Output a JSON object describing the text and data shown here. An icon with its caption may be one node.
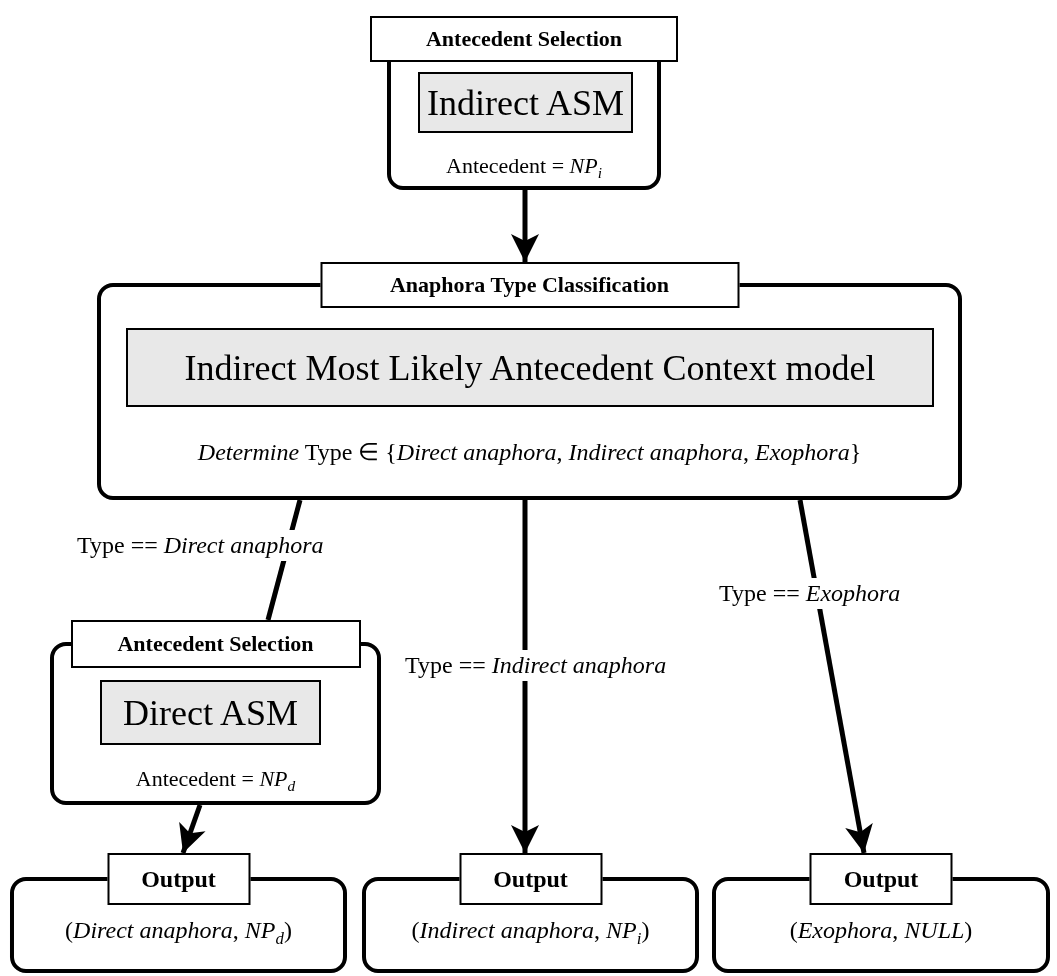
{
  "diagram": {
    "nodes": [
      {
        "text": [
          "Antecedent Selection",
          "Antecedent = *NP*$_{i}$"
        ]
      },
      {
        "text": [
          "Indirect ASM"
        ],
        "in": 0
      },
      {
        "text": [
          "Anaphora Type Classification",
          "*Determine* Type ∈ {*Direct anaphora*, *Indirect anaphora*, *Exophora*}"
        ]
      },
      {
        "text": [
          "Indirect Most Likely Antecedent Context model"
        ],
        "in": 2
      },
      {
        "text": [
          "Antecedent Selection",
          "Antecedent = *NP*$_{d}$"
        ]
      },
      {
        "text": [
          "Direct ASM"
        ],
        "in": 4
      },
      {
        "text": [
          "Output",
          "(*Direct anaphora*, *NP*$_{d}$)"
        ]
      },
      {
        "text": [
          "Output",
          "(*Indirect anaphora*, *NP*$_{i}$)"
        ]
      },
      {
        "text": [
          "Output",
          "(*Exophora*, *NULL*)"
        ]
      }
    ],
    "edges": [
      {
        "from": 0,
        "to": 2,
        "arrow": "to"
      },
      {
        "from": 2,
        "to": 4,
        "arrow": "none",
        "label": "Type == *Direct anaphora*"
      },
      {
        "from": 4,
        "to": 6,
        "arrow": "to"
      },
      {
        "from": 2,
        "to": 7,
        "arrow": "to",
        "label": "Type == *Indirect anaphora*"
      },
      {
        "from": 2,
        "to": 8,
        "arrow": "to",
        "label": "Type == *Exophora*"
      }
    ]
  }
}
